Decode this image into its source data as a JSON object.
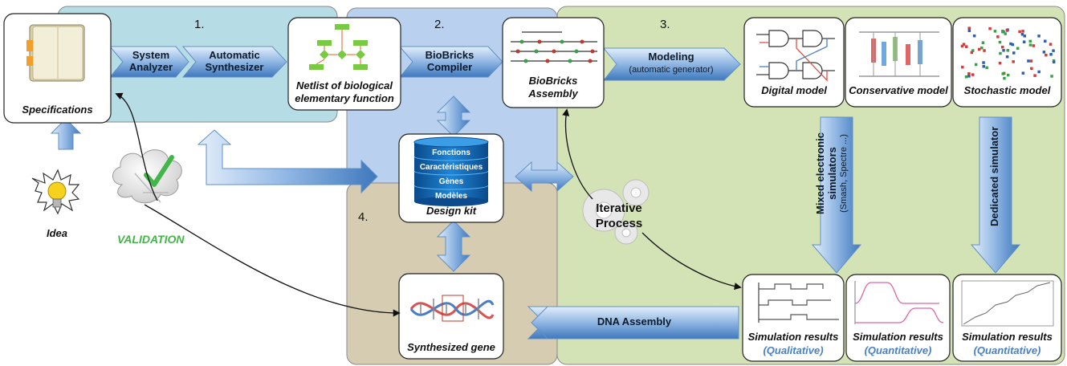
{
  "regions": {
    "r1": {
      "number": "1."
    },
    "r2": {
      "number": "2."
    },
    "r3": {
      "number": "3."
    },
    "r4": {
      "number": "4."
    }
  },
  "boxes": {
    "specifications": "Specifications",
    "netlist_line1": "Netlist of biological",
    "netlist_line2": "elementary function",
    "biobricks_assembly_line1": "BioBricks",
    "biobricks_assembly_line2": "Assembly",
    "digital_model": "Digital model",
    "conservative_model": "Conservative model",
    "stochastic_model": "Stochastic model",
    "design_kit": "Design kit",
    "synthesized_gene": "Synthesized gene",
    "sim_results_1": {
      "title": "Simulation results",
      "sub": "(Qualitative)"
    },
    "sim_results_2": {
      "title": "Simulation results",
      "sub": "(Quantitative)"
    },
    "sim_results_3": {
      "title": "Simulation results",
      "sub": "(Quantitative)"
    }
  },
  "arrows": {
    "system_analyzer_line1": "System",
    "system_analyzer_line2": "Analyzer",
    "auto_synth_line1": "Automatic",
    "auto_synth_line2": "Synthesizer",
    "biobricks_compiler_line1": "BioBricks",
    "biobricks_compiler_line2": "Compiler",
    "modeling": "Modeling",
    "modeling_sub": "(automatic generator)",
    "mixed_sim_line1": "Mixed electronic",
    "mixed_sim_line2": "simulators",
    "mixed_sim_line3": "(Smash, Spectre ...)",
    "dedicated_sim": "Dedicated simulator",
    "dna_assembly": "DNA Assembly"
  },
  "database": [
    "Fonctions",
    "Caractéristiques",
    "Gènes",
    "Modèles"
  ],
  "idea": "Idea",
  "validation": "VALIDATION",
  "iterative_line1": "Iterative",
  "iterative_line2": "Process",
  "colors": {
    "region1": "#b6dde6",
    "region2": "#b9d1ee",
    "region3": "#d4e3b6",
    "region4": "#d5ccb2",
    "arrow_light": "#dbe8f7",
    "arrow_dark": "#4f86c6",
    "validation_text": "#43b649",
    "subtitle_blue": "#4a7fc5"
  }
}
